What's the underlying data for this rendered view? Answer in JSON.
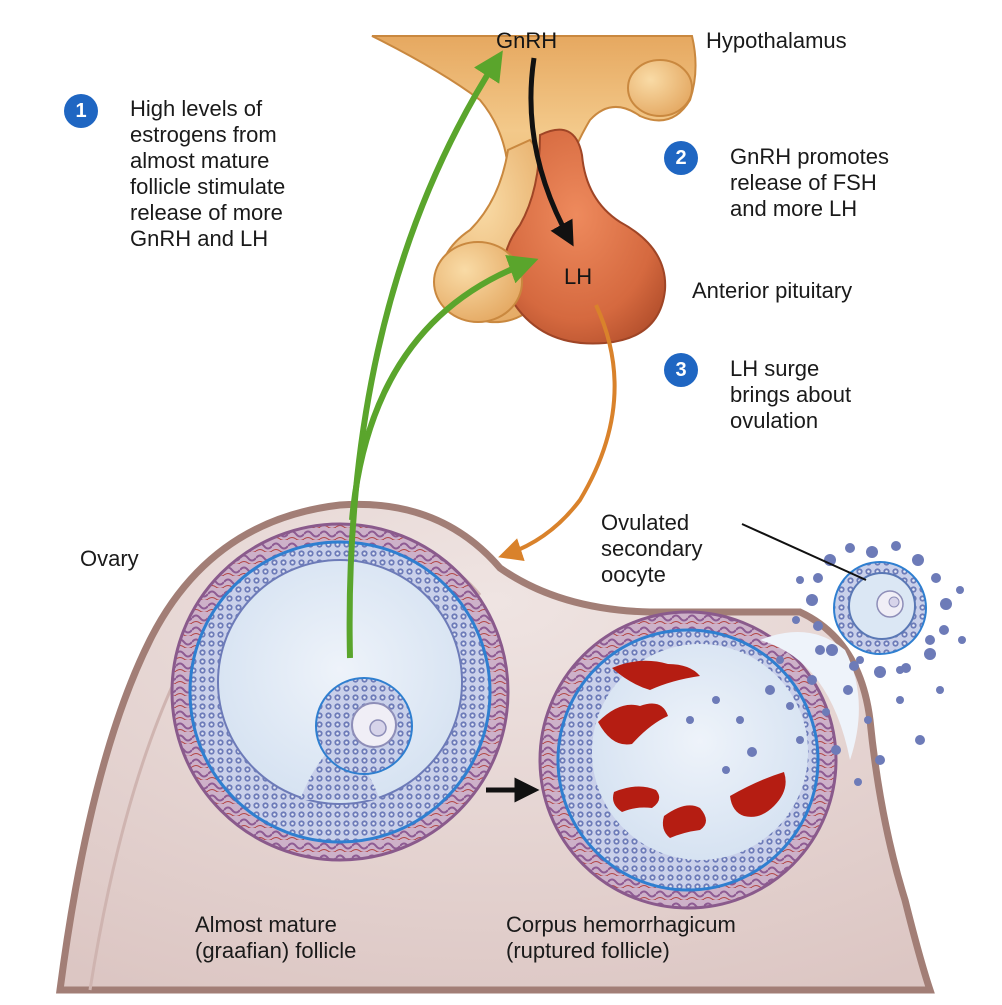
{
  "hormones": {
    "gnrh": "GnRH",
    "lh": "LH"
  },
  "structures": {
    "hypothalamus": "Hypothalamus",
    "anterior_pituitary": "Anterior pituitary",
    "ovary": "Ovary",
    "ovulated_oocyte": [
      "Ovulated",
      "secondary",
      "oocyte"
    ],
    "graafian_follicle": [
      "Almost mature",
      "(graafian) follicle"
    ],
    "corpus_hemorrhagicum": [
      "Corpus hemorrhagicum",
      "(ruptured follicle)"
    ]
  },
  "steps": [
    {
      "number": "1",
      "lines": [
        "High levels of",
        "estrogens from",
        "almost mature",
        "follicle stimulate",
        "release of more",
        "GnRH and LH"
      ]
    },
    {
      "number": "2",
      "lines": [
        "GnRH promotes",
        "release of FSH",
        "and more LH"
      ]
    },
    {
      "number": "3",
      "lines": [
        "LH surge",
        "brings about",
        "ovulation"
      ]
    }
  ],
  "colors": {
    "feedback_arrow": "#5aa52c",
    "lh_arrow": "#d9822b",
    "gnrh_arrow": "#111111",
    "badge": "#1f66c2",
    "pituitary": "#d5693f",
    "hypothalamus_tissue": "#f0c27a",
    "follicle_fluid": "#dbe6f3",
    "granulosa_ring": "#5a78b5",
    "ovary_wall": "#a27e76",
    "hemorrhage": "#b51d12"
  }
}
